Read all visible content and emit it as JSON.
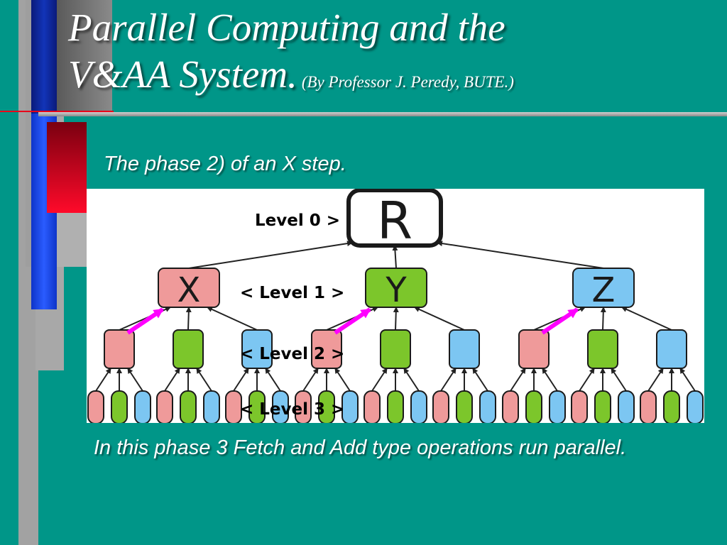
{
  "title": {
    "line1": "Parallel Computing and the",
    "line2": "V&AA System.",
    "byline": "(By Professor J. Peredy, BUTE.)"
  },
  "subtitle": "The phase 2) of an X step.",
  "caption": "In this phase 3 Fetch and Add type operations run parallel.",
  "diagram": {
    "root_label": "R",
    "level_labels": {
      "level0": "Level 0 >",
      "level1": "< Level 1 >",
      "level2": "< Level 2 >",
      "level3": "< Level 3 >"
    },
    "level1_nodes": [
      {
        "label": "X",
        "color": "red"
      },
      {
        "label": "Y",
        "color": "green"
      },
      {
        "label": "Z",
        "color": "blue"
      }
    ],
    "level2_colors": [
      "red",
      "green",
      "blue",
      "red",
      "green",
      "blue",
      "red",
      "green",
      "blue"
    ],
    "leaf_pattern": [
      "red",
      "green",
      "blue"
    ],
    "fetch_add_arrows_from_level2_index": [
      0,
      3,
      6
    ]
  },
  "colors": {
    "background": "#009688",
    "node_red": "#ef9a9a",
    "node_green": "#7cc62b",
    "node_blue": "#7cc6f2",
    "highlight_arrow": "#ff00ff",
    "deco_navy": "#0a1e8c",
    "deco_blue": "#1a4cf0",
    "deco_red": "#e8001a",
    "deco_gray": "#9a9a9a"
  }
}
